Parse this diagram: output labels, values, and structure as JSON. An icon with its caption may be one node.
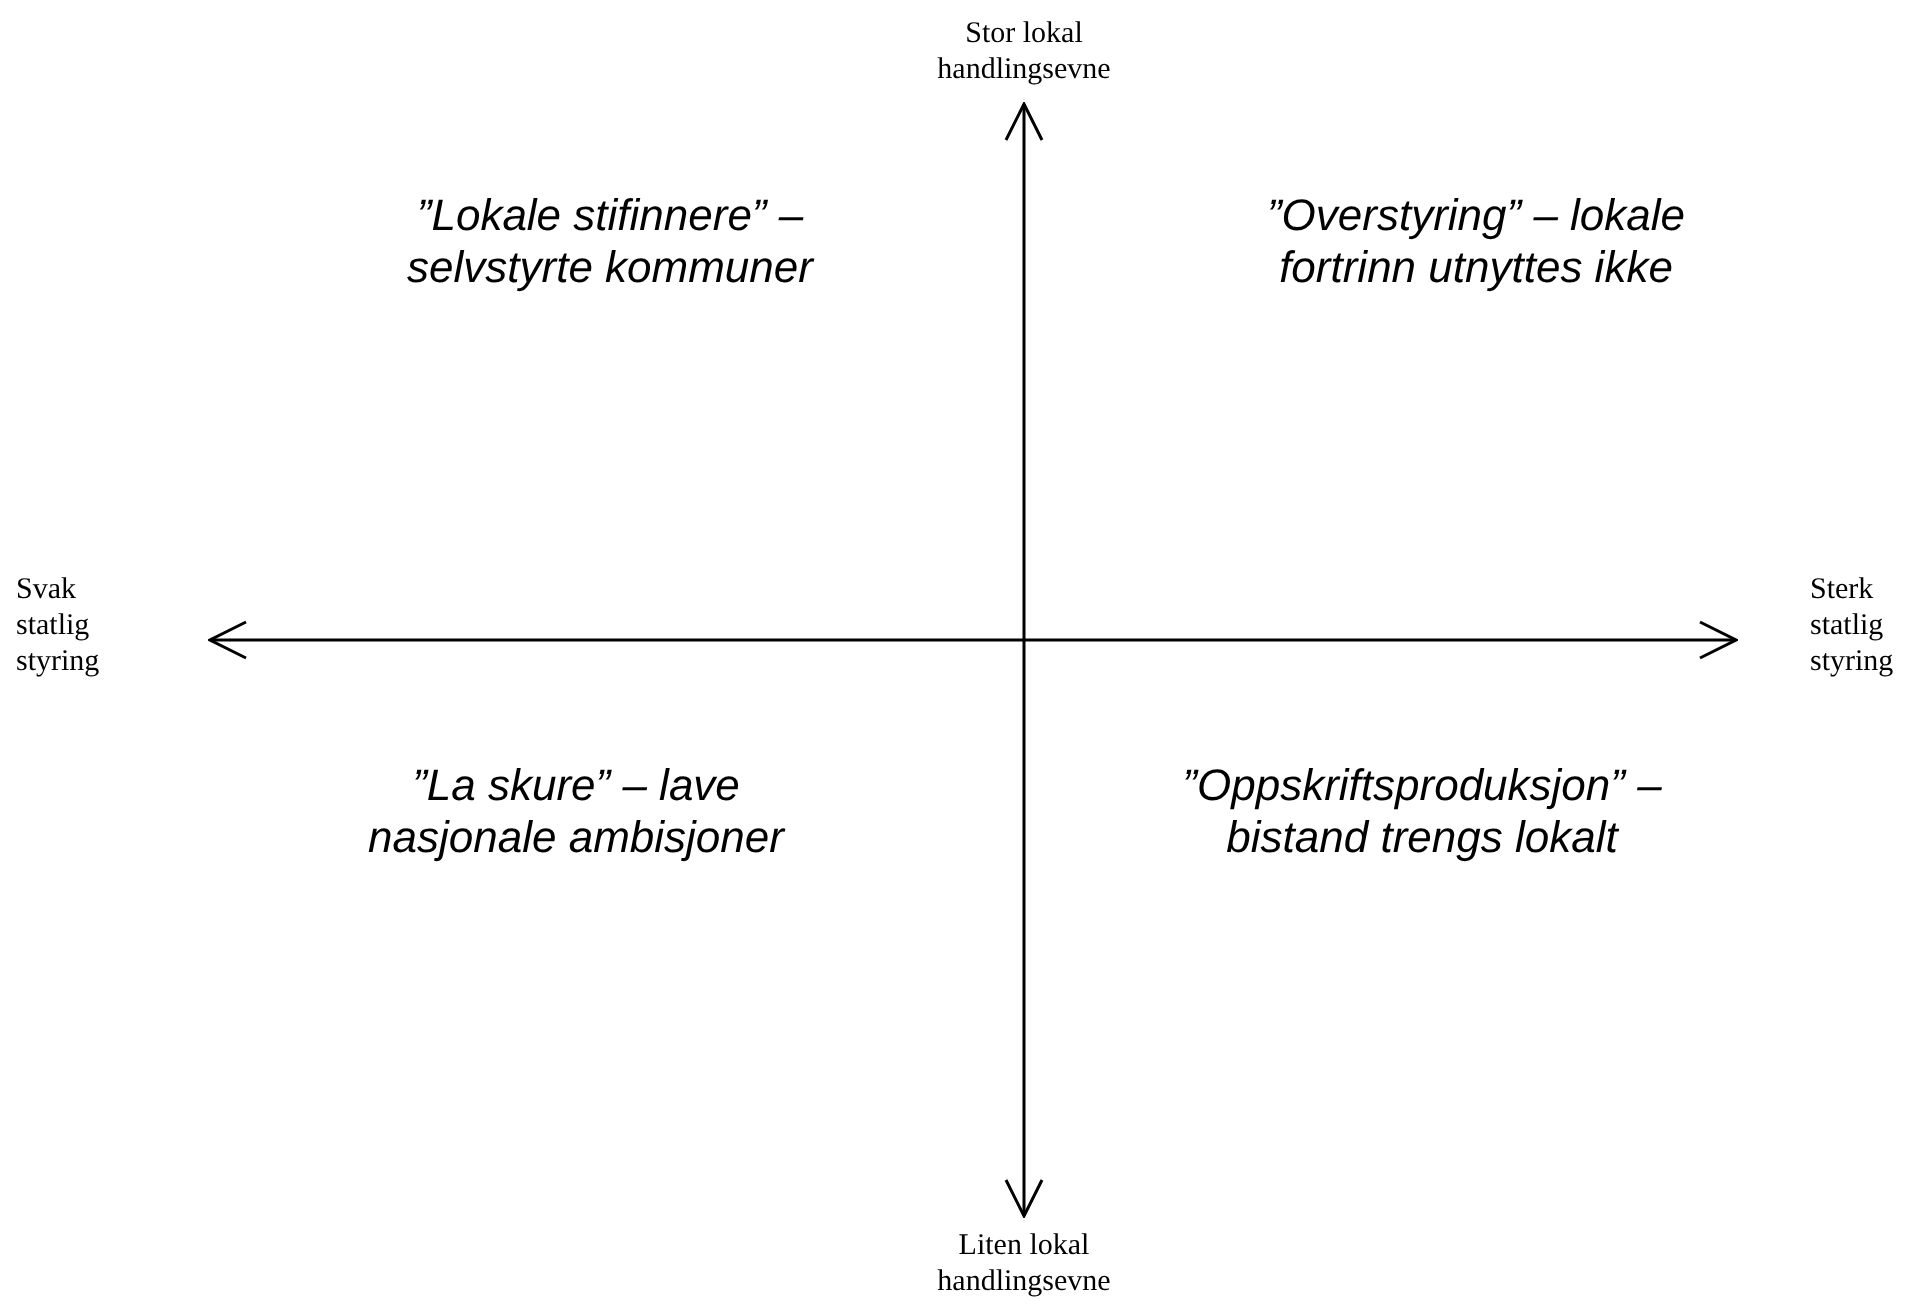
{
  "diagram": {
    "labels": [
      "Stor lokal handlingsevne",
      "”Lokale stifinnere” – selvstyrte kommuner",
      "”Overstyring” – lokale fortrinn utnyttes ikke",
      "Svak statlig styring",
      "Sterk statlig styring",
      "”La skure” – lave nasjonale ambisjoner",
      "”Oppskriftsproduksjon” – bistand trengs lokalt",
      "Liten lokal handlingsevne"
    ]
  }
}
